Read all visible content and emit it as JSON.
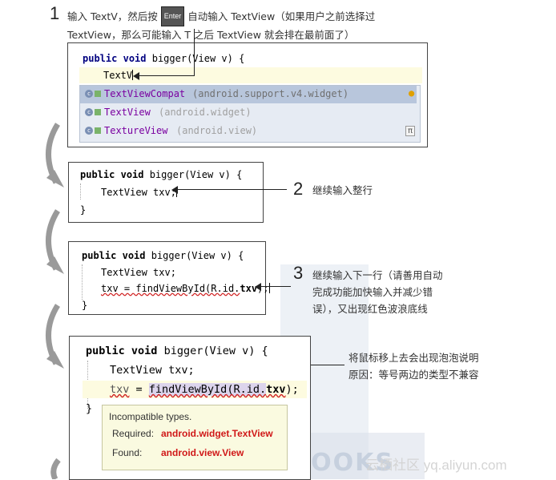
{
  "step1": {
    "num": "1",
    "line1_a": "输入 TextV，然后按",
    "key": "Enter",
    "line1_b": "自动输入 TextView（如果用户之前选择过",
    "line2": "TextView，那么可能输入 T 之后 TextView 就会排在最前面了）"
  },
  "box1": {
    "kw1": "public",
    "kw2": "void",
    "sig": "bigger(View v) {",
    "typed": "TextV",
    "suggestions": [
      {
        "icon": "c",
        "name": "TextViewCompat",
        "pkg": "(android.support.v4.widget)"
      },
      {
        "icon": "c",
        "name": "TextView",
        "pkg": "(android.widget)"
      },
      {
        "icon": "c",
        "name": "TextureView",
        "pkg": "(android.view)"
      }
    ],
    "pi": "π"
  },
  "step2": {
    "num": "2",
    "text": "继续输入整行"
  },
  "box2": {
    "kw1": "public",
    "kw2": "void",
    "sig": "bigger(View v) {",
    "line2": "TextView txv;",
    "close": "}"
  },
  "step3": {
    "num": "3",
    "line1": "继续输入下一行（请善用自动",
    "line2": "完成功能加快输入并减少错",
    "line3": "误），又出现红色波浪底线"
  },
  "box3": {
    "kw1": "public",
    "kw2": "void",
    "sig": "bigger(View v) {",
    "line2": "TextView txv;",
    "line3_a": "txv = findViewById(R.id.",
    "line3_b": "txv",
    "line3_c": ");",
    "close": "}"
  },
  "step4": {
    "line1": "将鼠标移上去会出现泡泡说明",
    "line2": "原因：等号两边的类型不兼容"
  },
  "box4": {
    "kw1": "public",
    "kw2": "void",
    "sig": "bigger(View v) {",
    "line2": "TextView txv;",
    "line3_a": "txv",
    "line3_b": " = ",
    "line3_c": "findViewById(R.id.",
    "line3_d": "txv",
    "line3_e": ");",
    "close": "}"
  },
  "tooltip": {
    "title": "Incompatible types.",
    "req_label": "Required:",
    "req_val": "android.widget.TextView",
    "found_label": "Found:",
    "found_val": "android.view.View"
  },
  "watermark": "HZ BOOKS",
  "site": "云栖社区 yq.aliyun.com"
}
